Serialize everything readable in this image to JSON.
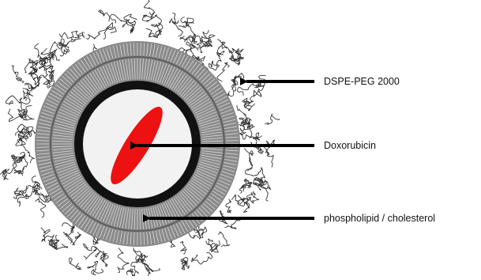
{
  "diagram": {
    "labels": {
      "peg": "DSPE-PEG 2000",
      "drug": "Doxorubicin",
      "lipid": "phospholipid / cholesterol"
    },
    "colors": {
      "drug": "#ee1111",
      "membrane": "#8a8a8a",
      "core_ring": "#111111",
      "core_fill": "#f2f2f2",
      "peg_chains": "#333333",
      "arrows": "#000000"
    }
  }
}
